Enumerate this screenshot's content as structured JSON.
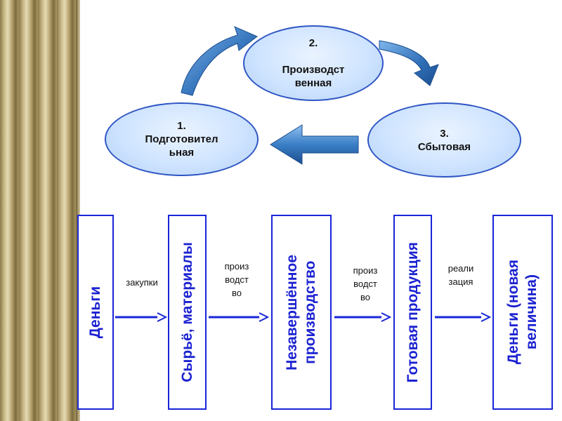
{
  "cycle": {
    "stages": [
      {
        "label": "1.\nПодготовител\nьная"
      },
      {
        "label": "2.\n\nПроизводст\nвенная"
      },
      {
        "label": "3.\nСбытовая"
      }
    ]
  },
  "flow": {
    "boxes": [
      {
        "label": "Деньги"
      },
      {
        "label": "Сырьё, материалы"
      },
      {
        "label": "Незавершённое\nпроизводство"
      },
      {
        "label": "Готовая продукция"
      },
      {
        "label": "Деньги (новая\nвеличина)"
      }
    ],
    "transitions": [
      {
        "label": "закупки"
      },
      {
        "label": "произ\nводст\nво"
      },
      {
        "label": "произ\nводст\nво"
      },
      {
        "label": "реали\nзация"
      }
    ]
  },
  "colors": {
    "box_border": "#1826d8",
    "box_text": "#1b22d0",
    "ellipse_border": "#2f56c4",
    "arrow_fill": "#3a7fc6"
  }
}
